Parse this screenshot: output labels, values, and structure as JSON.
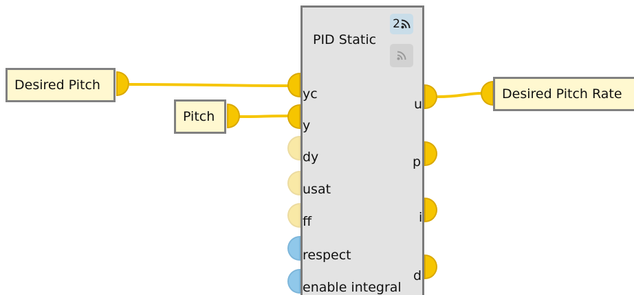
{
  "block": {
    "title": "PID Static",
    "badge_count": "2",
    "badge_icon": "signal-icon",
    "inputs": [
      {
        "label": "yc",
        "state": "connected"
      },
      {
        "label": "y",
        "state": "connected"
      },
      {
        "label": "dy",
        "state": "unconnected"
      },
      {
        "label": "usat",
        "state": "unconnected"
      },
      {
        "label": "ff",
        "state": "unconnected"
      },
      {
        "label": "respect",
        "state": "boolean"
      },
      {
        "label": "enable integral",
        "state": "boolean"
      }
    ],
    "outputs": [
      {
        "label": "u",
        "state": "connected"
      },
      {
        "label": "p",
        "state": "available"
      },
      {
        "label": "i",
        "state": "available"
      },
      {
        "label": "d",
        "state": "available"
      }
    ]
  },
  "nodes": {
    "desired_pitch": "Desired Pitch",
    "pitch": "Pitch",
    "desired_pitch_rate": "Desired Pitch Rate"
  },
  "colors": {
    "wire": "#f6c500",
    "port_active": "#f6c500",
    "port_faded": "#f9e9a6",
    "port_boolean": "#90c8ea",
    "node_fill": "#fff8d0",
    "block_fill": "#e3e3e3"
  }
}
